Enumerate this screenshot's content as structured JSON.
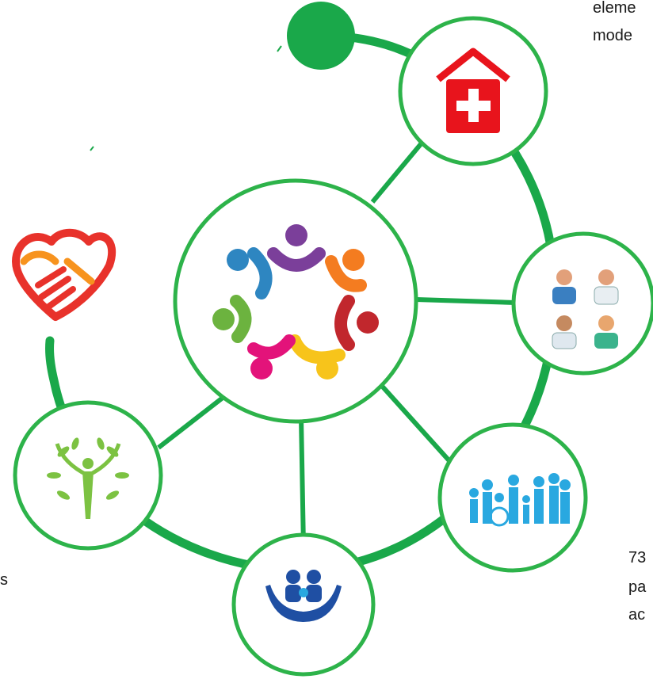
{
  "text_fragments": {
    "top_right_line1": "eleme",
    "top_right_line2": "mode",
    "bottom_right_line1": "73",
    "bottom_right_line2": "pa",
    "bottom_right_line3": "ac",
    "left_fragment": "s"
  },
  "colors": {
    "ring_green": "#1aa84a",
    "node_border": "#2db34a",
    "heart_red": "#e8322b",
    "heart_orange": "#f7931e",
    "hospital_red": "#e8141c",
    "family_blue": "#29a8e0",
    "hands_blue": "#1f4fa3",
    "tree_green": "#7cc242"
  },
  "icons": {
    "center": "community-circle-icon",
    "hospital": "hospital-icon",
    "doctors": "medical-staff-icon",
    "families": "family-group-icon",
    "care": "family-care-hands-icon",
    "wellness": "wellness-tree-person-icon",
    "partnership": "heart-handshake-icon"
  }
}
